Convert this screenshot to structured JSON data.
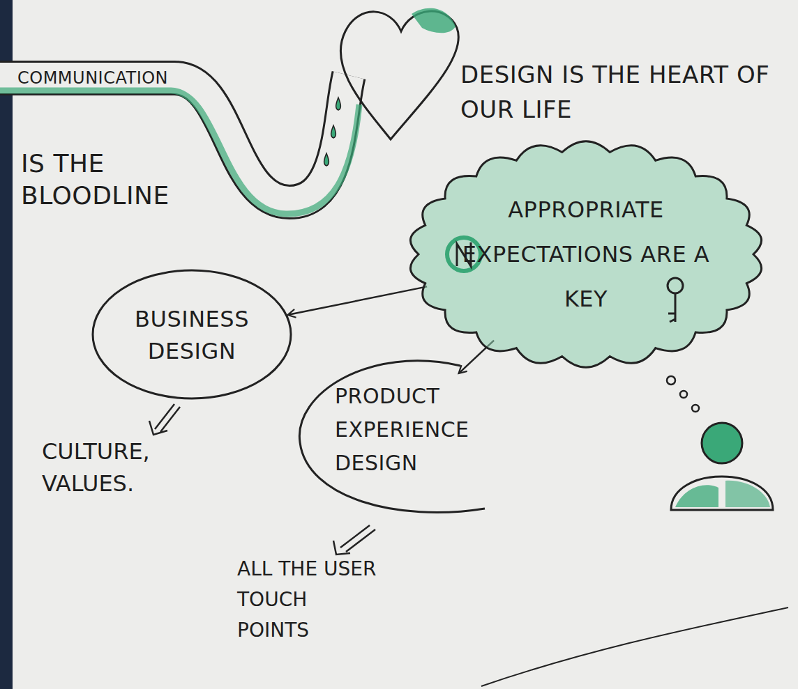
{
  "diagram": {
    "nodes": [
      {
        "text": [
          "COMMUNICATION",
          "IS THE BLOODLINE"
        ]
      },
      {
        "text": [
          "DESIGN IS THE HEART OF OUR LIFE"
        ]
      },
      {
        "text": [
          "APPROPRIATE EXPECTATIONS ARE A KEY"
        ]
      },
      {
        "text": [
          "BUSINESS DESIGN"
        ]
      },
      {
        "text": [
          "PRODUCT EXPERIENCE DESIGN"
        ]
      }
    ],
    "edges": [
      {
        "from": 2,
        "to": 3,
        "arrow": "to"
      },
      {
        "from": 2,
        "to": 4,
        "arrow": "to"
      }
    ],
    "labels": [
      "CULTURE, VALUES.",
      "ALL THE USER TOUCH POINTS"
    ]
  }
}
